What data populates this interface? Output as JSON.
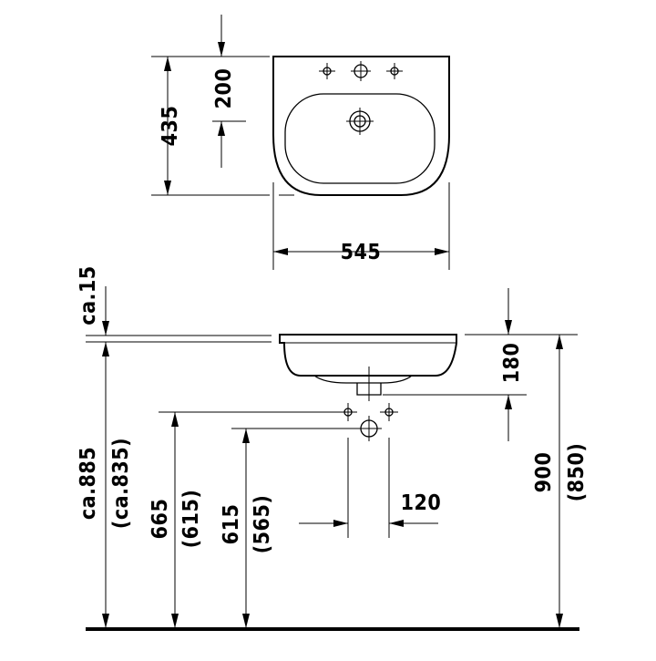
{
  "dimensions": {
    "top_view": {
      "depth": "435",
      "tap_offset": "200",
      "width": "545"
    },
    "side_view": {
      "rim_gap": "ca.15",
      "rim_height": "ca.885",
      "rim_height_alt": "(ca.835)",
      "upper_supply_height": "665",
      "upper_supply_height_alt": "(615)",
      "lower_supply_height": "615",
      "lower_supply_height_alt": "(565)",
      "supply_spacing": "120",
      "basin_depth": "180",
      "installation_height": "900",
      "installation_height_alt": "(850)"
    }
  }
}
